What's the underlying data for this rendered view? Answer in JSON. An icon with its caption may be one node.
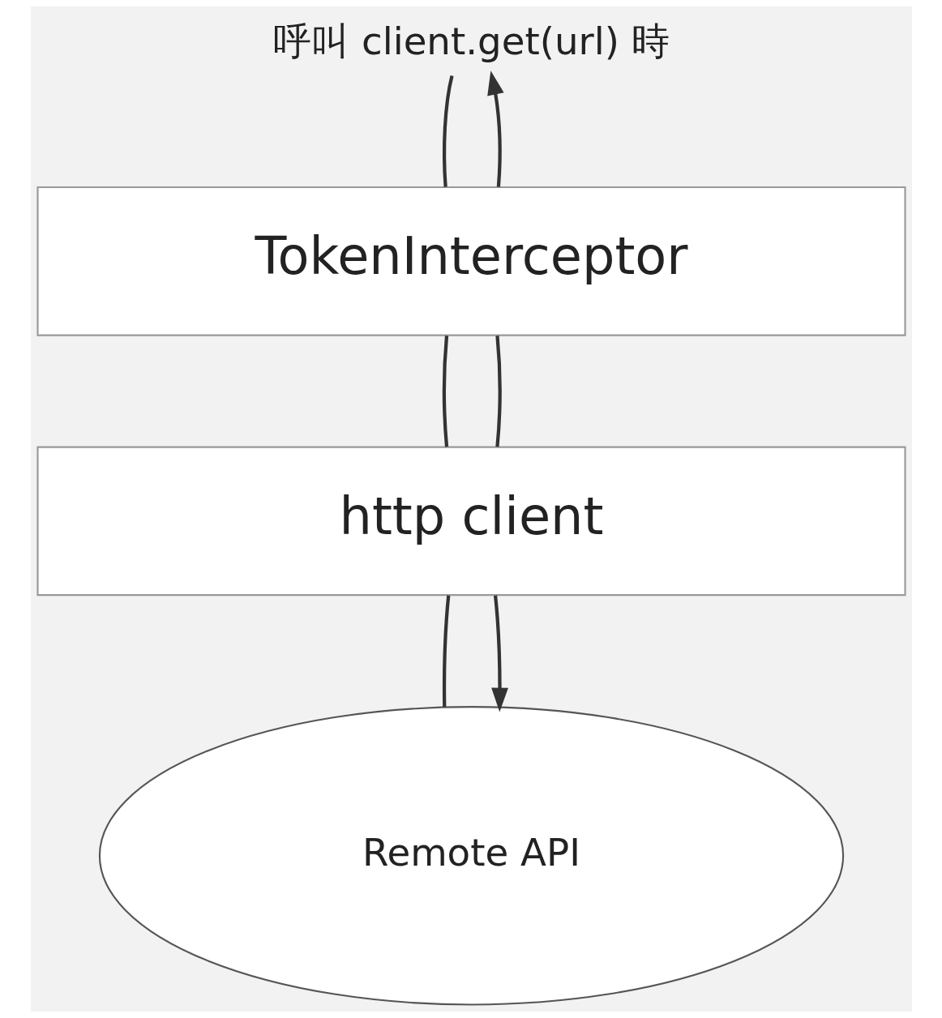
{
  "diagram": {
    "nodes": [
      {
        "text": [
          "呼叫 client.get(url) 時"
        ]
      },
      {
        "text": [
          "TokenInterceptor"
        ]
      },
      {
        "text": [
          "http client"
        ]
      },
      {
        "text": [
          "Remote API"
        ]
      }
    ],
    "edges": [
      {
        "from": 1,
        "to": 0,
        "arrow": "to"
      },
      {
        "from": 0,
        "to": 1,
        "arrow": "none"
      },
      {
        "from": 1,
        "to": 2,
        "arrow": "none"
      },
      {
        "from": 1,
        "to": 2,
        "arrow": "none"
      },
      {
        "from": 2,
        "to": 3,
        "arrow": "none"
      },
      {
        "from": 2,
        "to": 3,
        "arrow": "to"
      }
    ]
  }
}
